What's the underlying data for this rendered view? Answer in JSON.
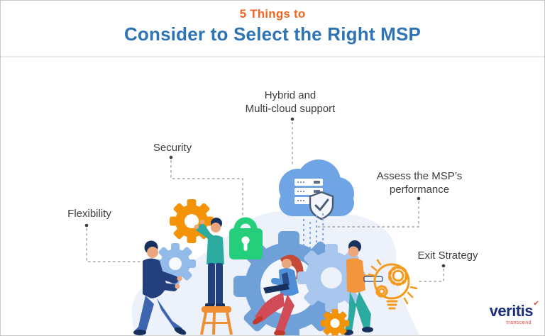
{
  "header": {
    "eyebrow": "5 Things to",
    "title": "Consider to Select the Right MSP"
  },
  "callouts": {
    "flexibility": {
      "label": "Flexibility"
    },
    "security": {
      "label": "Security"
    },
    "hybrid": {
      "line1": "Hybrid and",
      "line2": "Multi-cloud support"
    },
    "assess": {
      "line1": "Assess the MSP’s",
      "line2": "performance"
    },
    "exit": {
      "label": "Exit Strategy"
    }
  },
  "logo": {
    "name": "veritis",
    "tagline": "transcend",
    "mark": "✔"
  },
  "icons": {
    "cloud": "cloud-icon",
    "servers": "server-stack-icon",
    "shield": "shield-check-icon",
    "lock": "lock-icon",
    "gear": "gear-icon",
    "lightbulb": "lightbulb-gear-icon"
  },
  "colors": {
    "eyebrow_orange": "#F4651F",
    "title_blue": "#2E73B4",
    "label_gray": "#3D3D3D",
    "cloud_blue": "#6FA5E5",
    "gear_blue": "#6FA0D8",
    "lock_green": "#25CE7B",
    "accent_orange": "#F39408",
    "teal": "#2BABA0",
    "navy": "#24407C",
    "logo_blue": "#1A2E7C",
    "logo_red": "#E8432D",
    "background_blob": "#ECF1FA"
  }
}
